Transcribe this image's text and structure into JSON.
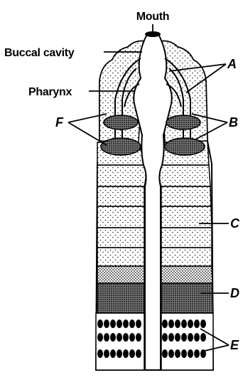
{
  "diagram": {
    "labels": {
      "mouth": "Mouth",
      "buccal_cavity": "Buccal cavity",
      "pharynx": "Pharynx",
      "a": "A",
      "b": "B",
      "c": "C",
      "d": "D",
      "e": "E",
      "f": "F"
    }
  }
}
